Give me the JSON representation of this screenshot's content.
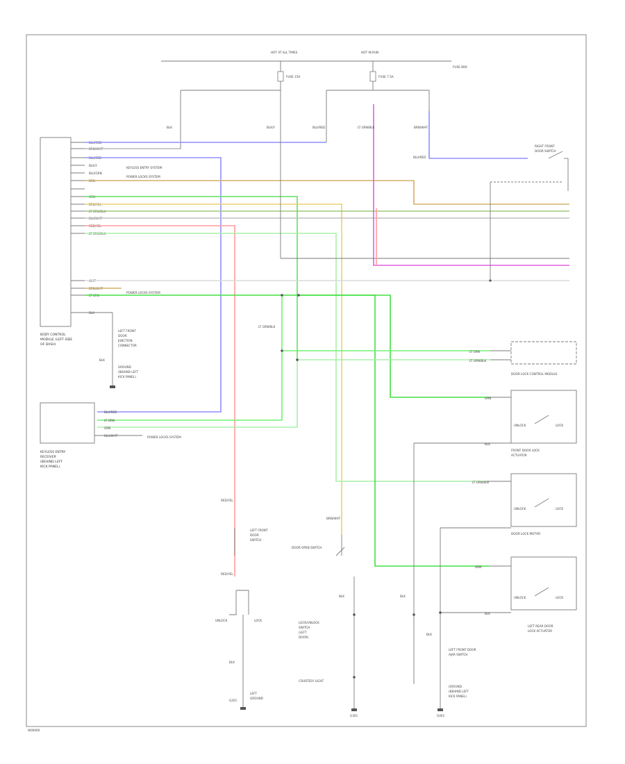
{
  "diagram": {
    "footer_code": "W00000",
    "power_labels": {
      "hot_at_all_times": "HOT AT ALL TIMES",
      "hot_in_run": "HOT IN RUN",
      "fuse_box_note": "FUSE BOX"
    },
    "components": {
      "body_control_module": [
        "BODY CONTROL",
        "MODULE (LEFT SIDE",
        "OF DASH)"
      ],
      "keyless_entry_receiver": [
        "KEYLESS ENTRY",
        "RECEIVER",
        "(BEHIND LEFT",
        "KICK PANEL)"
      ],
      "door_lock_control_module": "DOOR LOCK CONTROL MODULE",
      "front_door_lock_actuator": [
        "FRONT DOOR LOCK",
        "ACTUATOR"
      ],
      "rear_door_lock_actuator": "DOOR LOCK MOTOR",
      "left_rear_door_lock_actuator": [
        "LEFT REAR DOOR",
        "LOCK ACTUATOR"
      ],
      "key_switch": [
        "LEFT FRONT",
        "DOOR",
        "SWITCH"
      ],
      "door_lock_switch": [
        "LOCK/UNLOCK",
        "SWITCH",
        "(LEFT",
        "DOOR)"
      ],
      "left_ground": [
        "LEFT",
        "GROUND"
      ],
      "door_ajar_switch": [
        "LEFT FRONT DOOR",
        "AJAR SWITCH"
      ],
      "ground_lower": [
        "GROUND",
        "(BEHIND LEFT",
        "KICK PANEL)"
      ],
      "ground_upper": [
        "LEFT FRONT",
        "DOOR",
        "JUNCTION",
        "CONNECTOR"
      ],
      "right_front_door_switch": [
        "RIGHT FRONT",
        "DOOR SWITCH"
      ],
      "door_open_switch": "DOOR OPEN SWITCH",
      "courtesy_light": "COURTESY LIGHT"
    },
    "switch_labels": {
      "lock": "LOCK",
      "unlock": "UNLOCK"
    },
    "bcm_pins": [
      "BLU/RED",
      "BRN/WHT",
      "BLU/RED",
      "BLK/Y",
      "BLU/GRN",
      "BRN",
      "",
      "GRN",
      "BRN/YEL",
      "LT GRN/BLK",
      "BLK/WHT",
      "RED/YEL",
      "LT GRN/BLK",
      "",
      "",
      "",
      "WHT",
      "BRN/WHT",
      "LT GRN",
      "",
      "BLK"
    ],
    "bcm_notes": [
      "KEYLESS ENTRY SYSTEM",
      "POWER LOCKS SYSTEM",
      "POWER LOCKS SYSTEM"
    ],
    "keyless_pins": [
      "BLU/RED",
      "LT GRN",
      "GRN",
      "BLU/WHT"
    ],
    "keyless_note": "POWER LOCKS SYSTEM",
    "wire_labels": [
      "BLK",
      "BLK/Y",
      "BLU/RED",
      "LT GRN",
      "GRN",
      "RED/YEL",
      "LT GRN/BLK",
      "BRN/WHT",
      "WHT",
      "GRN"
    ],
    "fuse_labels": [
      "FUSE 15A",
      "FUSE 7.5A"
    ],
    "splice_labels": [
      "LT GRN/BLK",
      "LT GRN"
    ],
    "ground_codes": [
      "G201",
      "G301",
      "G401"
    ]
  }
}
